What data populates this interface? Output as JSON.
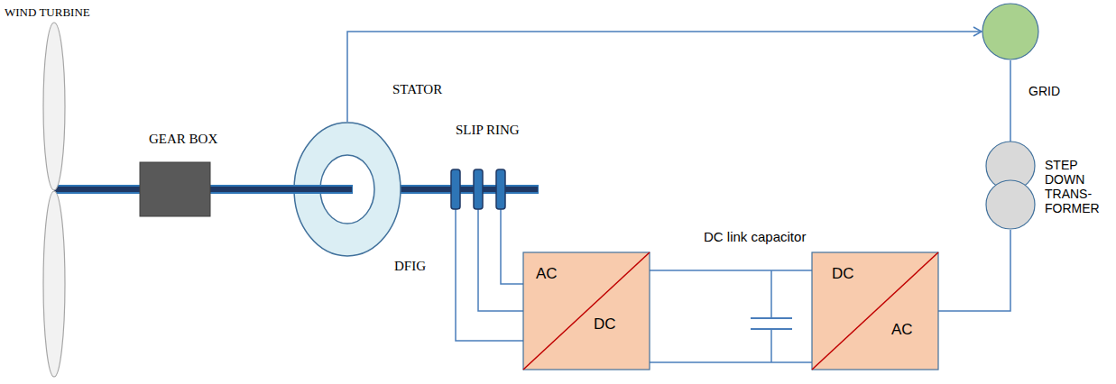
{
  "diagram": {
    "nodes": [
      {
        "text": [
          "GEAR BOX"
        ]
      },
      {
        "text": [
          "STATOR",
          "DFIG"
        ]
      },
      {
        "text": [
          "SLIP RING"
        ]
      },
      {
        "text": [
          "AC",
          "DC"
        ]
      },
      {
        "text": [
          "DC",
          "AC"
        ]
      },
      {
        "text": [
          "STEP DOWN TRANS- FORMER"
        ]
      },
      {
        "text": [
          "GRID"
        ]
      }
    ],
    "edges": [
      {
        "from": 0,
        "to": 1,
        "arrow": "none"
      },
      {
        "from": 1,
        "to": 2,
        "arrow": "none"
      },
      {
        "from": 1,
        "to": 6,
        "arrow": "to"
      },
      {
        "from": 2,
        "to": 3,
        "arrow": "none"
      },
      {
        "from": 3,
        "to": 4,
        "arrow": "none"
      },
      {
        "from": 4,
        "to": 5,
        "arrow": "none"
      },
      {
        "from": 5,
        "to": 6,
        "arrow": "none"
      }
    ],
    "labels": [
      "WIND TURBINE",
      "DC link capacitor"
    ]
  }
}
